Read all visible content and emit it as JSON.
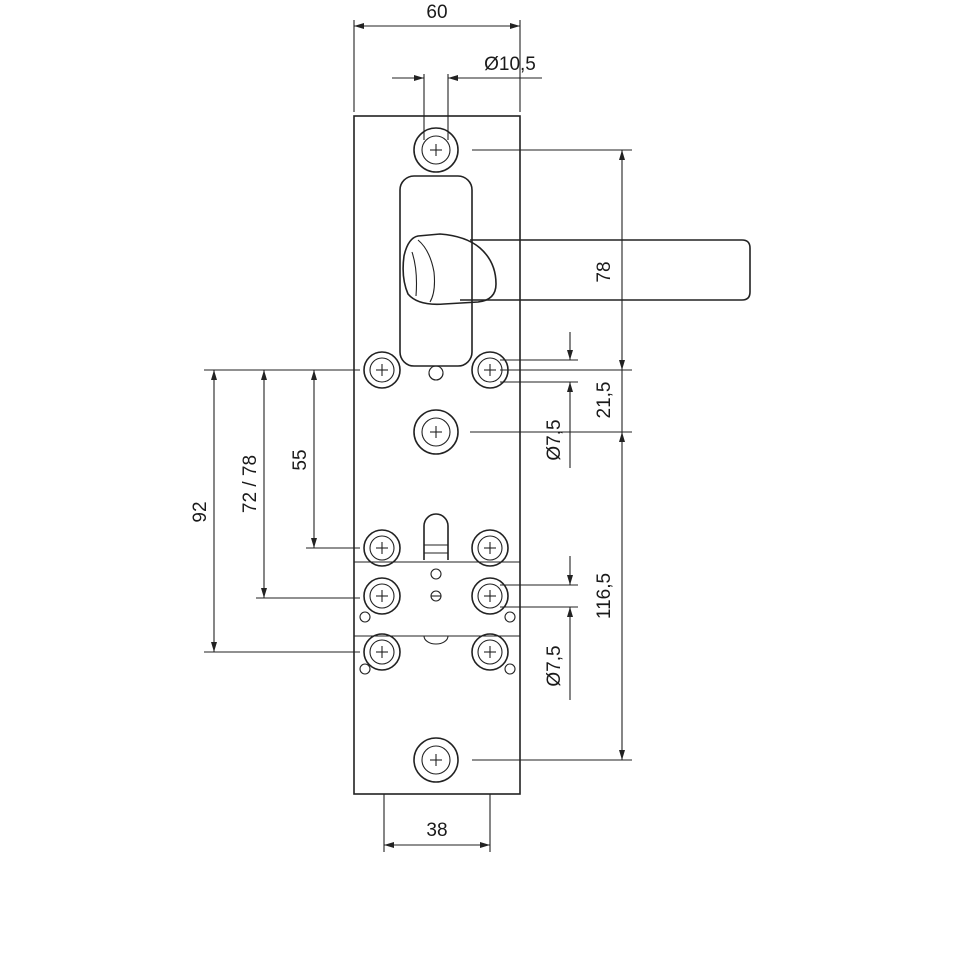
{
  "dimensions": {
    "plate_width": "60",
    "hole_diameter_top": "Ø10,5",
    "handle_hole_spacing": "78",
    "spacing_21_5": "21,5",
    "hole_diameter_upper": "Ø7,5",
    "spacing_116_5": "116,5",
    "hole_diameter_lower": "Ø7,5",
    "bottom_width": "38",
    "left_92": "92",
    "left_72_78": "72 / 78",
    "left_55": "55"
  },
  "colors": {
    "line": "#222222",
    "background": "#ffffff"
  }
}
